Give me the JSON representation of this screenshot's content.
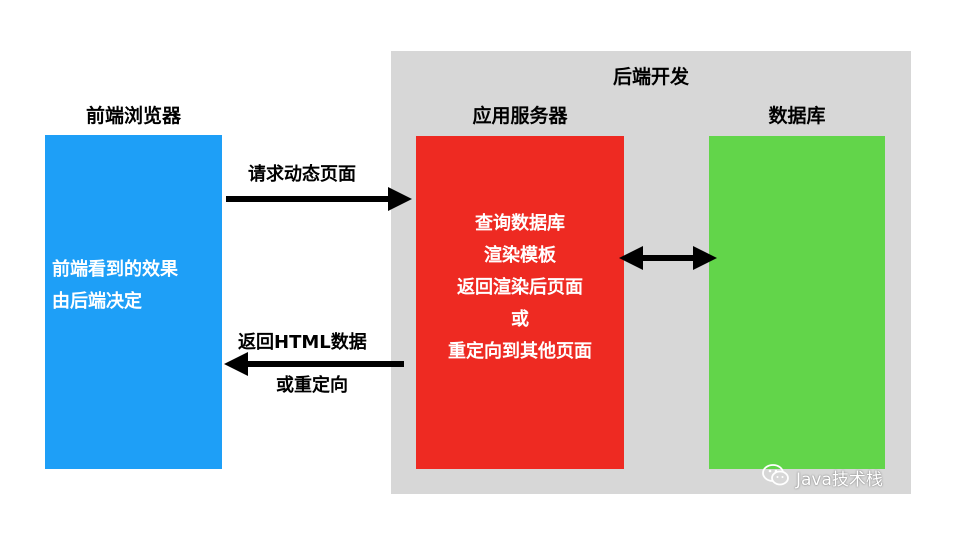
{
  "backend": {
    "title": "后端开发"
  },
  "frontend": {
    "title": "前端浏览器",
    "lines": [
      "前端看到的效果",
      "由后端决定"
    ]
  },
  "app_server": {
    "title": "应用服务器",
    "lines": [
      "查询数据库",
      "渲染模板",
      "返回渲染后页面",
      "或",
      "重定向到其他页面"
    ]
  },
  "database": {
    "title": "数据库"
  },
  "arrows": {
    "request_label": "请求动态页面",
    "response_label_1": "返回HTML数据",
    "response_label_2": "或重定向"
  },
  "watermark": {
    "icon": "wechat-icon",
    "text": "Java技术栈"
  },
  "colors": {
    "frontend": "#1e9ff7",
    "app_server": "#ee2a22",
    "database": "#62d54a",
    "backend_bg": "#d7d7d7"
  }
}
